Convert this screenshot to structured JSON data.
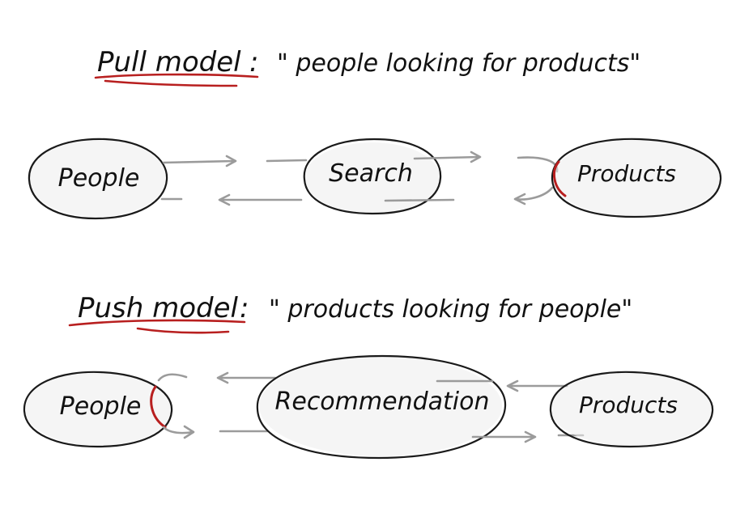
{
  "pull": {
    "title": "Pull model",
    "colon": ":",
    "quote": "\" people looking for products\"",
    "nodes": {
      "people": "People",
      "search": "Search",
      "products": "Products"
    }
  },
  "push": {
    "title": "Push model",
    "colon": ":",
    "quote": "\" products looking for people\"",
    "nodes": {
      "people": "People",
      "recommendation": "Recommendation",
      "products": "Products"
    }
  },
  "colors": {
    "ink": "#111111",
    "accent": "#b81f1f",
    "arrow": "#9b9b9b",
    "shade": "#ececec"
  }
}
